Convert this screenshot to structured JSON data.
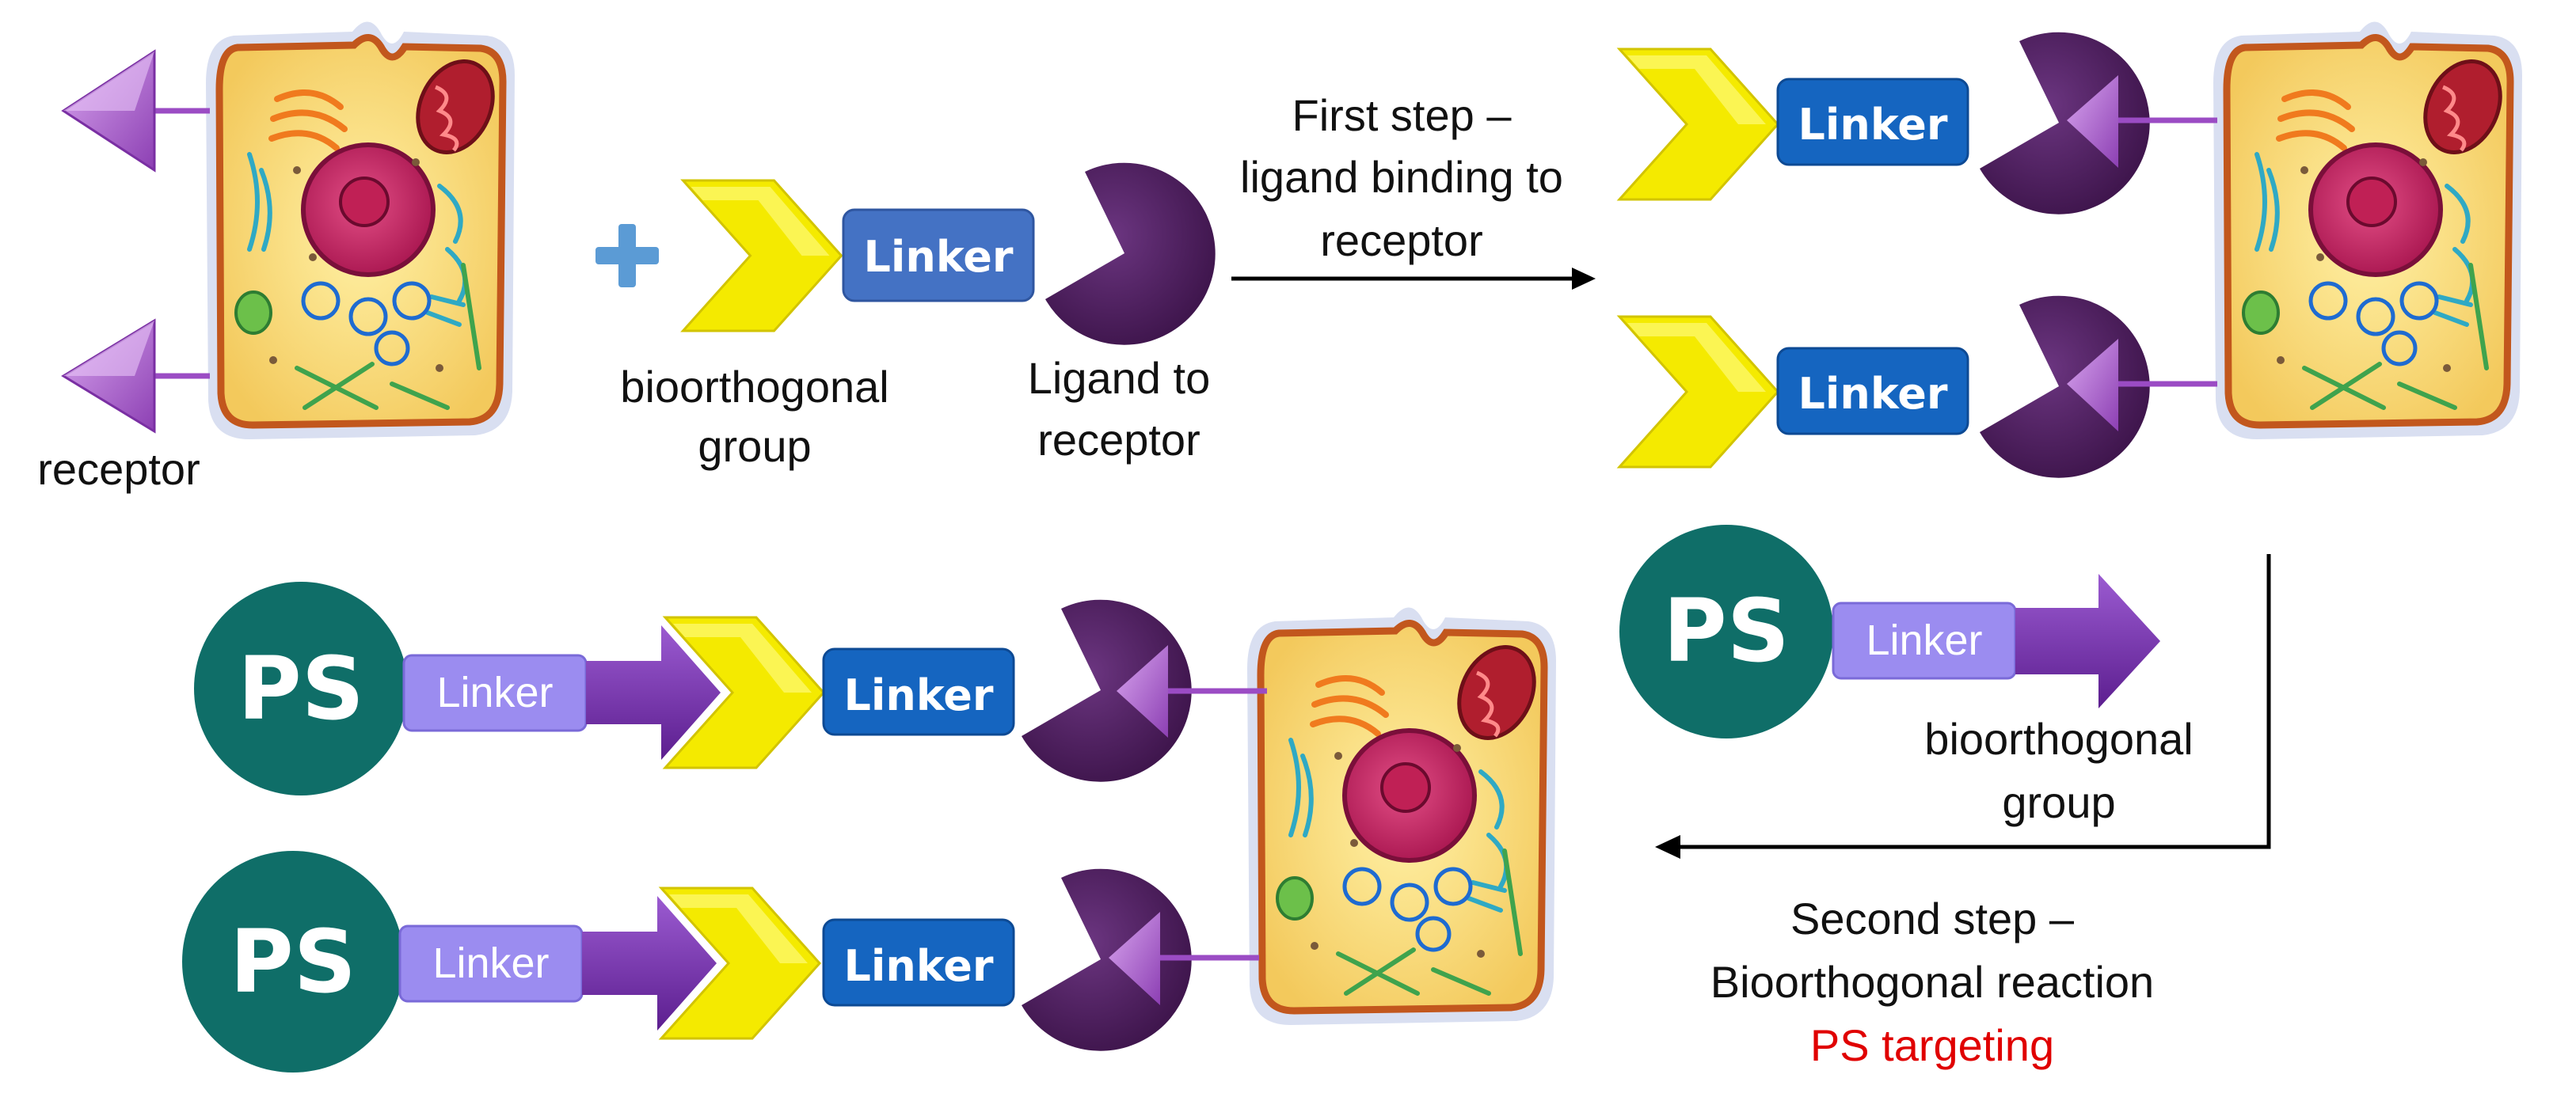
{
  "labels": {
    "receptor": "receptor",
    "bioorthogonal_line1": "bioorthogonal",
    "bioorthogonal_line2": "group",
    "ligand_line1": "Ligand to",
    "ligand_line2": "receptor",
    "step1_line1": "First step –",
    "step1_line2": "ligand binding to",
    "step1_line3": "receptor",
    "step2_line1": "Second step –",
    "step2_line2": "Bioorthogonal reaction",
    "step2_line3": "PS targeting",
    "linker": "Linker",
    "ps": "PS"
  },
  "colors": {
    "linker_dark": "#1565c0",
    "linker_mid": "#4472c4",
    "linker_light": "#9b8cf0",
    "ps_green": "#0f6e68",
    "ligand_purple": "#4b1d5a",
    "receptor_violet": "#a55cc9",
    "arrow_purple": "#7a2fb5",
    "chevron_yellow": "#f2e600",
    "plus_blue": "#5b9bd5",
    "red_text": "#e00000"
  }
}
